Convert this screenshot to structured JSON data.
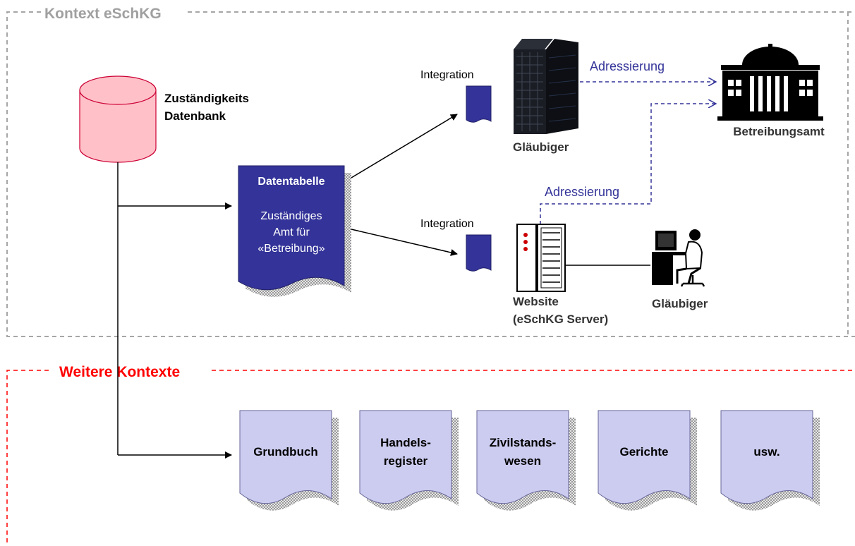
{
  "context_main": {
    "label": "Kontext eSchKG"
  },
  "context_other": {
    "label": "Weitere Kontexte"
  },
  "database": {
    "line1": "Zuständigkeits",
    "line2": "Datenbank"
  },
  "datatable": {
    "title": "Datentabelle",
    "line1": "Zuständiges",
    "line2": "Amt für",
    "line3": "«Betreibung»"
  },
  "integration_top": "Integration",
  "integration_bottom": "Integration",
  "creditor_building": {
    "label": "Gläubiger"
  },
  "office": {
    "label": "Betreibungsamt"
  },
  "addressing_top": "Adressierung",
  "addressing_bottom": "Adressierung",
  "website": {
    "line1": "Website",
    "line2": "(eSchKG Server)"
  },
  "creditor_person": {
    "label": "Gläubiger"
  },
  "registers": [
    {
      "line1": "Grundbuch",
      "line2": ""
    },
    {
      "line1": "Handels-",
      "line2": "register"
    },
    {
      "line1": "Zivilstands-",
      "line2": "wesen"
    },
    {
      "line1": "Gerichte",
      "line2": ""
    },
    {
      "line1": "usw.",
      "line2": ""
    }
  ],
  "colors": {
    "main_boundary": "#a6a6a6",
    "other_boundary": "#ff0000",
    "context_label": "#a0a0a0",
    "other_label": "#ff0000",
    "database_fill": "#ffc0c8",
    "database_stroke": "#cc0033",
    "datatable_fill": "#333399",
    "register_fill": "#ccccf0",
    "addressing": "#333399"
  }
}
